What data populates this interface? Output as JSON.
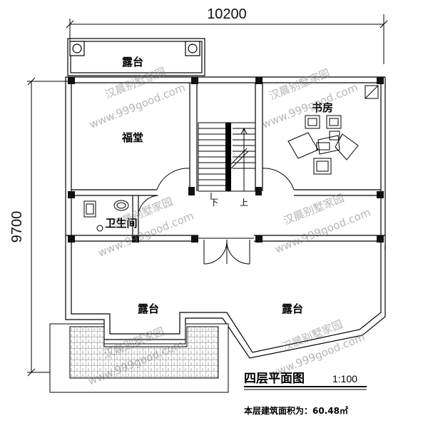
{
  "dimensions": {
    "width_label": "10200",
    "height_label": "9700"
  },
  "rooms": {
    "top_terrace": "露台",
    "prayer_hall": "福堂",
    "study": "书房",
    "bathroom": "卫生间",
    "stair_down": "下",
    "stair_up": "上",
    "terrace_left": "露台",
    "terrace_right": "露台"
  },
  "footer": {
    "plan_title": "四层平面图",
    "scale": "1:100",
    "area_text": "本层建筑面积为：60.48㎡"
  },
  "watermark": {
    "text": "汉晨别墅家园",
    "url": "www.999good.com"
  }
}
